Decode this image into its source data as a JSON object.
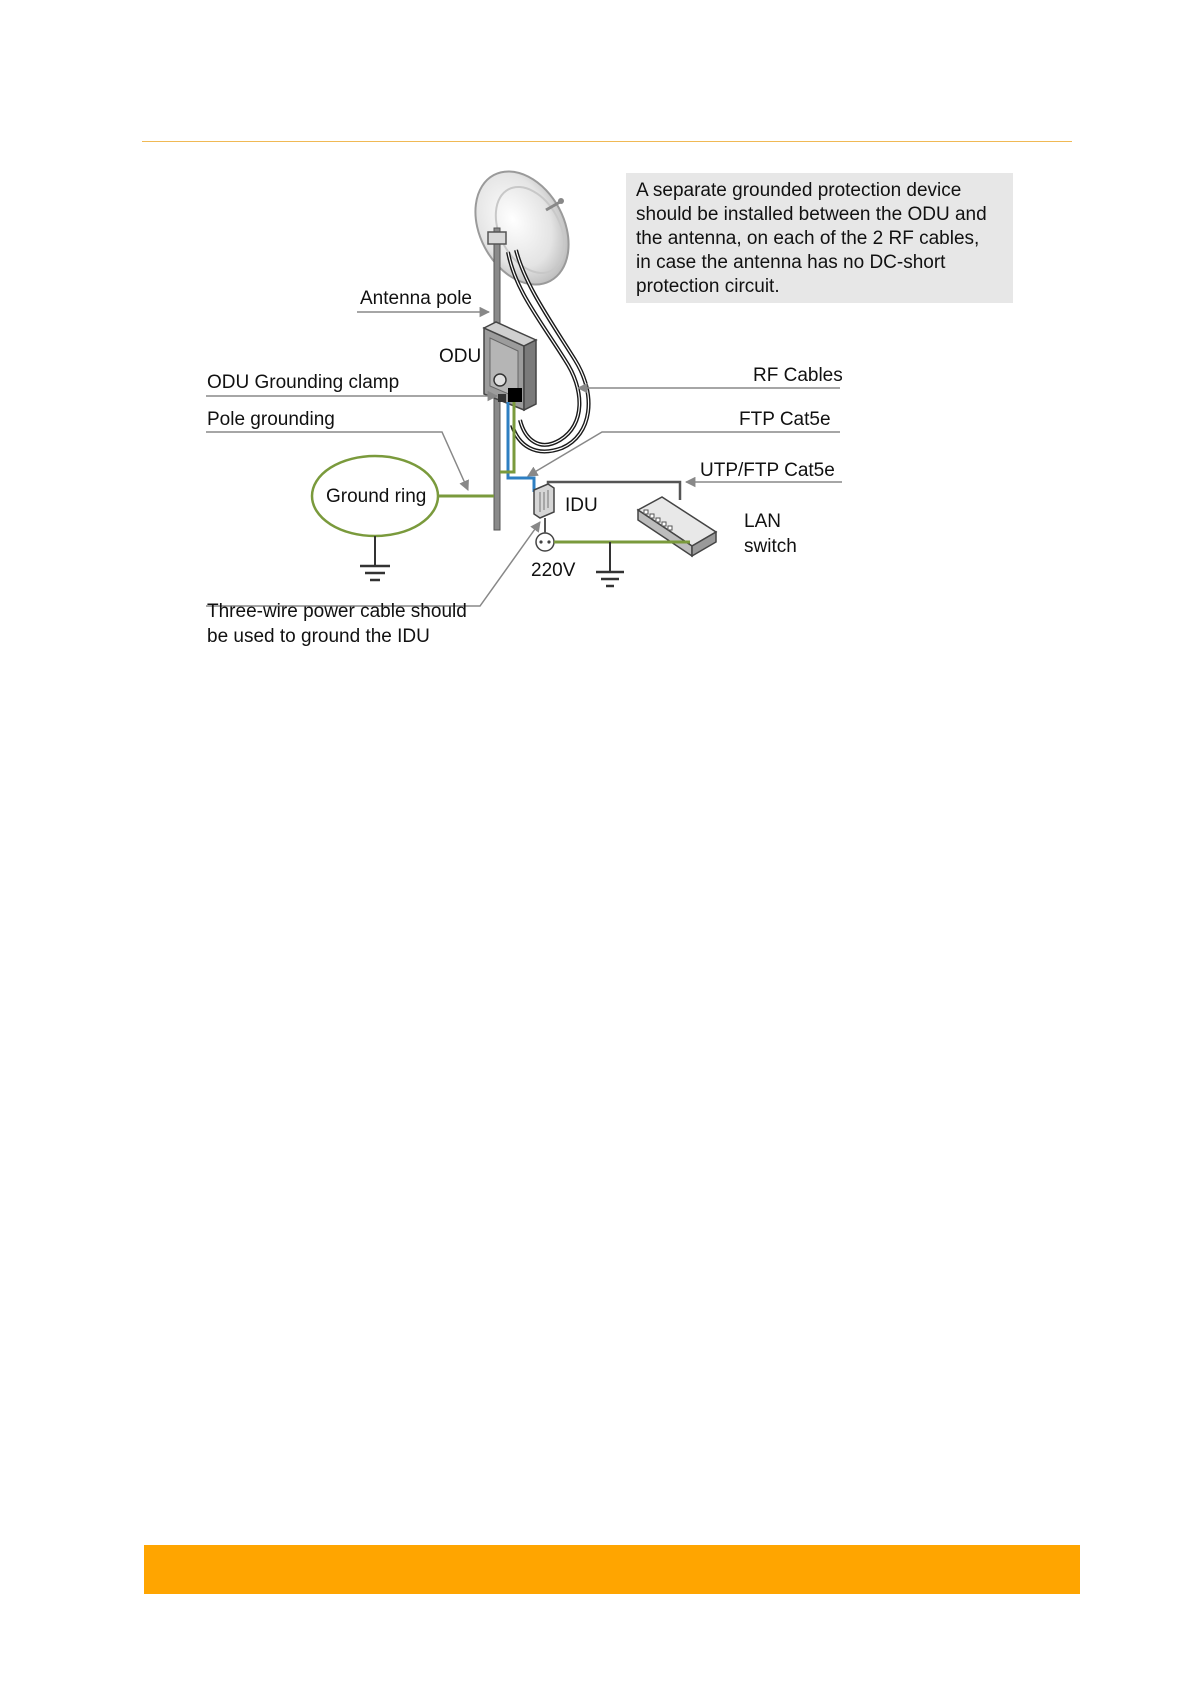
{
  "note": {
    "lines": [
      "A separate grounded protection device",
      "should be installed between the ODU and",
      "the antenna, on each of the 2 RF cables,",
      "in case the antenna has no DC-short",
      "protection circuit."
    ]
  },
  "labels": {
    "antenna_pole": "Antenna pole",
    "odu": "ODU",
    "odu_grounding_clamp": "ODU Grounding clamp",
    "pole_grounding": "Pole grounding",
    "ground_ring": "Ground ring",
    "rf_cables": "RF Cables",
    "ftp_cat5e": "FTP Cat5e",
    "utp_ftp_cat5e": "UTP/FTP Cat5e",
    "idu": "IDU",
    "lan_switch_line1": "LAN",
    "lan_switch_line2": "switch",
    "voltage": "220V",
    "power_note_line1": "Three-wire power cable should",
    "power_note_line2": "be used to ground the IDU"
  },
  "colors": {
    "header_rule": "#f0b955",
    "footer_bar": "#ffa500",
    "note_bg": "#e7e7e7",
    "ground_wire": "#7a9a3c",
    "ethernet_wire": "#2e7fc2",
    "cable": "#1a1a1a",
    "leader_line": "#888888"
  }
}
